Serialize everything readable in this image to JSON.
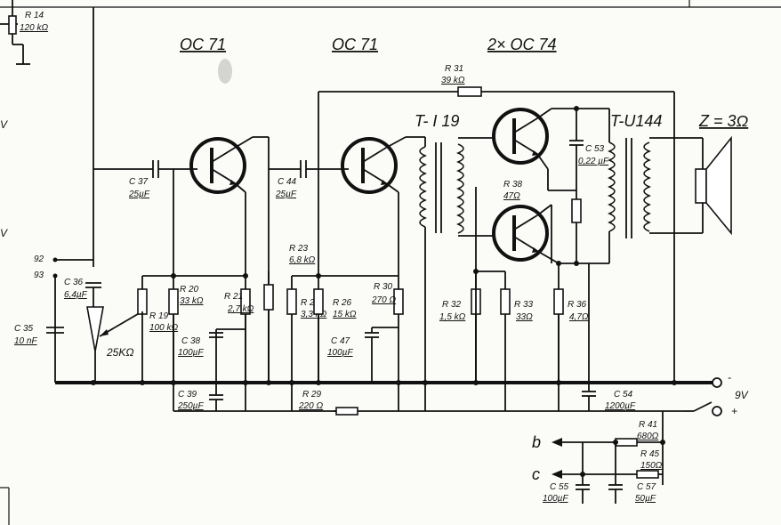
{
  "headings": {
    "stage1": "OC 71",
    "stage2": "OC 71",
    "stage3": "2× OC 74"
  },
  "transformers": {
    "driver": "T- I 19",
    "output": "T-U144",
    "load": "Z = 3Ω"
  },
  "components": {
    "r14": {
      "name": "R 14",
      "value": "120 kΩ"
    },
    "r31": {
      "name": "R 31",
      "value": "39 kΩ"
    },
    "c37": {
      "name": "C 37",
      "value": "25µF"
    },
    "c44": {
      "name": "C 44",
      "value": "25µF"
    },
    "c36": {
      "name": "C 36",
      "value": "6,4µF"
    },
    "c35": {
      "name": "C 35",
      "value": "10 nF"
    },
    "pot": {
      "value": "25KΩ"
    },
    "r19": {
      "name": "R 19",
      "value": "100 kΩ"
    },
    "r20": {
      "name": "R 20",
      "value": "33 kΩ"
    },
    "r21": {
      "name": "R 21",
      "value": "2,7 kΩ"
    },
    "c38": {
      "name": "C 38",
      "value": "100µF"
    },
    "r23": {
      "name": "R 23",
      "value": "6,8 kΩ"
    },
    "r25": {
      "name": "R 25",
      "value": "3,3 kΩ"
    },
    "r26": {
      "name": "R 26",
      "value": "15 kΩ"
    },
    "r30": {
      "name": "R 30",
      "value": "270 Ω"
    },
    "c47": {
      "name": "C 47",
      "value": "100µF"
    },
    "r38": {
      "name": "R 38",
      "value": "47Ω"
    },
    "c53": {
      "name": "C 53",
      "value": "0,22 µF"
    },
    "r32": {
      "name": "R 32",
      "value": "1,5 kΩ"
    },
    "r33": {
      "name": "R 33",
      "value": "33Ω"
    },
    "r36": {
      "name": "R 36",
      "value": "4,7Ω"
    },
    "c39": {
      "name": "C 39",
      "value": "250µF"
    },
    "r29": {
      "name": "R 29",
      "value": "220 Ω"
    },
    "c54": {
      "name": "C 54",
      "value": "1200µF"
    },
    "r41": {
      "name": "R 41",
      "value": "680Ω"
    },
    "r45": {
      "name": "R 45",
      "value": "150Ω"
    },
    "c55": {
      "name": "C 55",
      "value": "100µF"
    },
    "c57": {
      "name": "C 57",
      "value": "50µF"
    }
  },
  "terminals": {
    "t92": "92",
    "t93": "93",
    "b": "b",
    "c": "c",
    "supply": "9V",
    "minus": "-",
    "plus": "+",
    "edge_v1": "V",
    "edge_v2": "V"
  }
}
